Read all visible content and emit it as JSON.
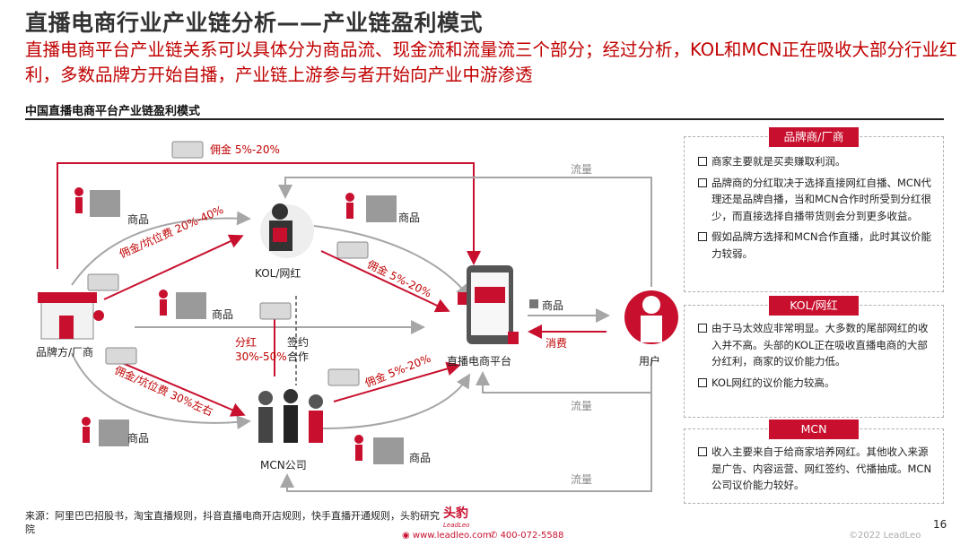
{
  "header": {
    "title": "直播电商行业产业链分析——产业链盈利模式",
    "subtitle": "直播电商平台产业链关系可以具体分为商品流、现金流和流量流三个部分；经过分析，KOL和MCN正在吸收大部分行业红利，多数品牌方开始自播，产业链上游参与者开始向产业中游渗透"
  },
  "diagram": {
    "title": "中国直播电商平台产业链盈利模式",
    "nodes": {
      "brand": "品牌方/厂商",
      "kol": "KOL/网红",
      "mcn": "MCN公司",
      "platform": "直播电商平台",
      "user": "用户"
    },
    "labels": {
      "goods": "商品",
      "commission_top": "佣金 5%-20%",
      "commission_kol": "佣金/坑位费 20%-40%",
      "commission_mcn": "佣金/坑位费 30%左右",
      "kol_platform": "佣金 5%-20%",
      "mcn_platform": "佣金 5%-20%",
      "profit_share": "分红\n30%-50%",
      "sign": "签约\n合作",
      "consume": "消费",
      "traffic": "流量"
    },
    "colors": {
      "red": "#c8102e",
      "gray": "#a6a6a6",
      "dark": "#333333"
    }
  },
  "panels": [
    {
      "head": "品牌商/厂商",
      "items": [
        "商家主要就是买卖赚取利润。",
        "品牌商的分红取决于选择直接网红自播、MCN代理还是品牌自播，当和MCN合作时所受到分红很少，而直接选择自播带货则会分到更多收益。",
        "假如品牌方选择和MCN合作直播，此时其议价能力较弱。"
      ]
    },
    {
      "head": "KOL/网红",
      "items": [
        "由于马太效应非常明显。大多数的尾部网红的收入并不高。头部的KOL正在吸收直播电商的大部分红利，商家的议价能力低。",
        "KOL网红的议价能力较高。"
      ]
    },
    {
      "head": "MCN",
      "items": [
        "收入主要来自于给商家培养网红。其他收入来源是广告、内容运营、网红签约、代播抽成。MCN公司议价能力较好。"
      ]
    }
  ],
  "footer": {
    "source": "来源：阿里巴巴招股书，淘宝直播规则，抖音直播电商开店规则，快手直播开通规则，头豹研究院",
    "logo_text": "头豹",
    "logo_sub": "LeadLeo",
    "website": "www.leadleo.com",
    "phone": "400-072-5588",
    "page": "16",
    "copyright": "©2022 LeadLeo"
  }
}
